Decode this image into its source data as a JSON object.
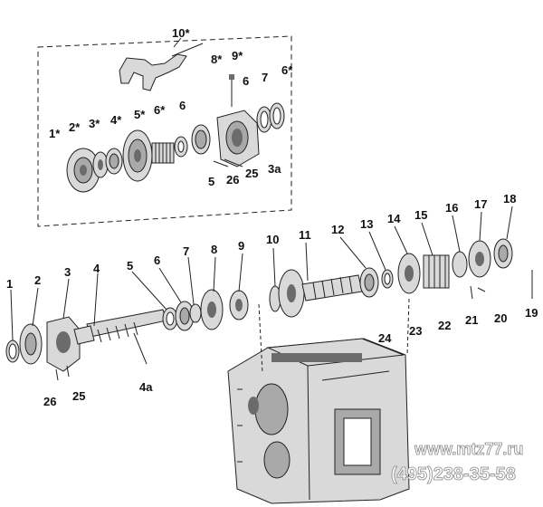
{
  "labels_inset": {
    "l10s": "10*",
    "l8s": "8*",
    "l9s": "9*",
    "l7": "7",
    "l6s_a": "6*",
    "l6_a": "6",
    "l1s": "1*",
    "l2s": "2*",
    "l3s": "3*",
    "l4s": "4*",
    "l5s": "5*",
    "l6s_b": "6*",
    "l6_b": "6",
    "l25": "25",
    "l3a": "3a",
    "l5": "5",
    "l26": "26"
  },
  "labels_main": {
    "l1": "1",
    "l2": "2",
    "l3": "3",
    "l4": "4",
    "l5": "5",
    "l6": "6",
    "l7": "7",
    "l8": "8",
    "l9": "9",
    "l10": "10",
    "l11": "11",
    "l12": "12",
    "l13": "13",
    "l14": "14",
    "l15": "15",
    "l16": "16",
    "l17": "17",
    "l18": "18",
    "l19": "19",
    "l20": "20",
    "l21": "21",
    "l22": "22",
    "l23": "23",
    "l24": "24",
    "l4a": "4a",
    "l25": "25",
    "l26": "26"
  },
  "watermark": {
    "site": "www.mtz77.ru",
    "phone": "(495)238-35-58"
  }
}
